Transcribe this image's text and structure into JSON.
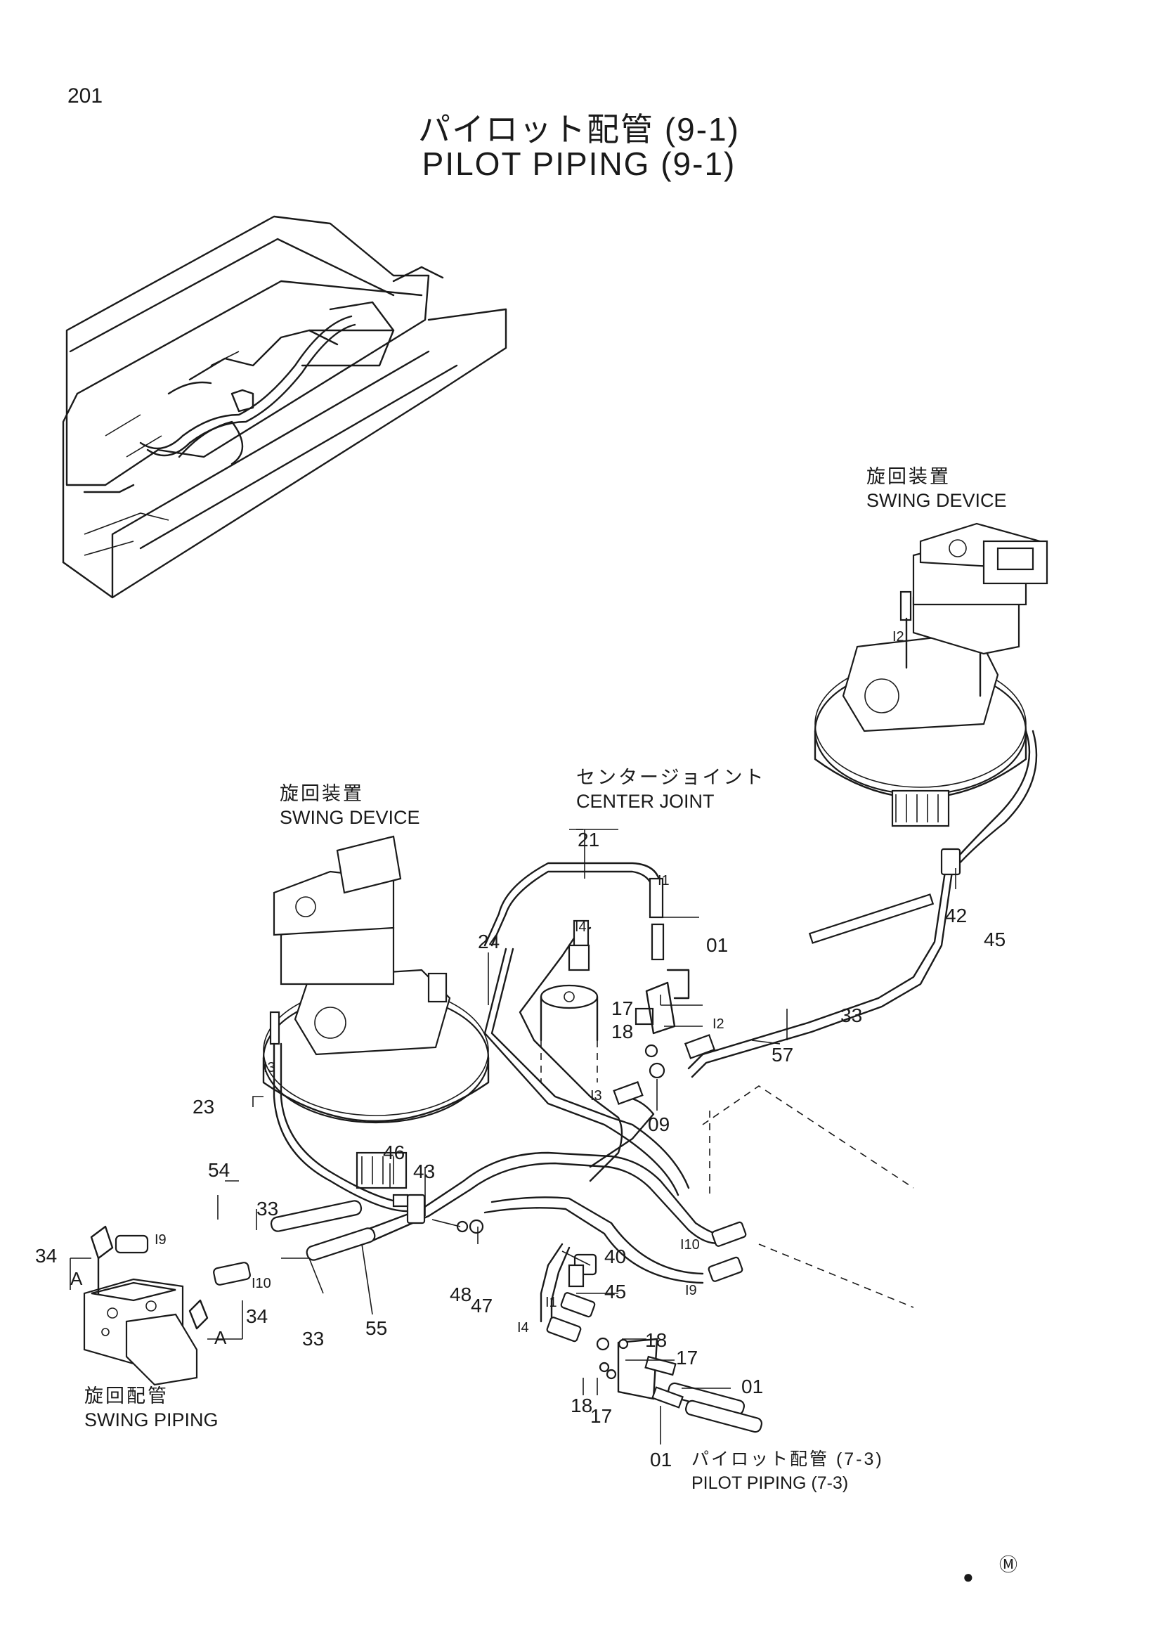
{
  "page": {
    "number": "201",
    "title_jp": "パイロット配管 (9-1)",
    "title_en": "PILOT PIPING (9-1)"
  },
  "labels": {
    "swing_device_right_jp": "旋回装置",
    "swing_device_right_en": "SWING DEVICE",
    "swing_device_left_jp": "旋回装置",
    "swing_device_left_en": "SWING DEVICE",
    "center_joint_jp": "センタージョイント",
    "center_joint_en": "CENTER JOINT",
    "swing_piping_jp": "旋回配管",
    "swing_piping_en": "SWING PIPING",
    "pilot_piping_ref_jp": "パイロット配管 (7-3)",
    "pilot_piping_ref_en": "PILOT PIPING (7-3)"
  },
  "callouts": {
    "c21": "21",
    "c24": "24",
    "c23": "23",
    "c54": "54",
    "c34a": "34",
    "c34b": "34",
    "c33a": "33",
    "c33b": "33",
    "c33c": "33",
    "c55": "55",
    "c46": "46",
    "c43": "43",
    "c48": "48",
    "c47": "47",
    "c40": "40",
    "c45a": "45",
    "c45b": "45",
    "c42": "42",
    "c57": "57",
    "c09": "09",
    "c17a": "17",
    "c18a": "18",
    "c01a": "01",
    "c18b": "18",
    "c17b": "17",
    "c18c": "18",
    "c17c": "17",
    "c01b": "01",
    "c01c": "01"
  },
  "small_labels": {
    "l1a": "I1",
    "l4a": "I4",
    "l2a": "I2",
    "l2b": "I2",
    "l3a": "I3",
    "l3b": "I3",
    "l9a": "I9",
    "l10a": "I10",
    "l10b": "I10",
    "l9b": "I9",
    "l1b": "I1",
    "l4b": "I4",
    "A1": "A",
    "A2": "A"
  },
  "marks": {
    "m_symbol": "Ⓜ"
  }
}
